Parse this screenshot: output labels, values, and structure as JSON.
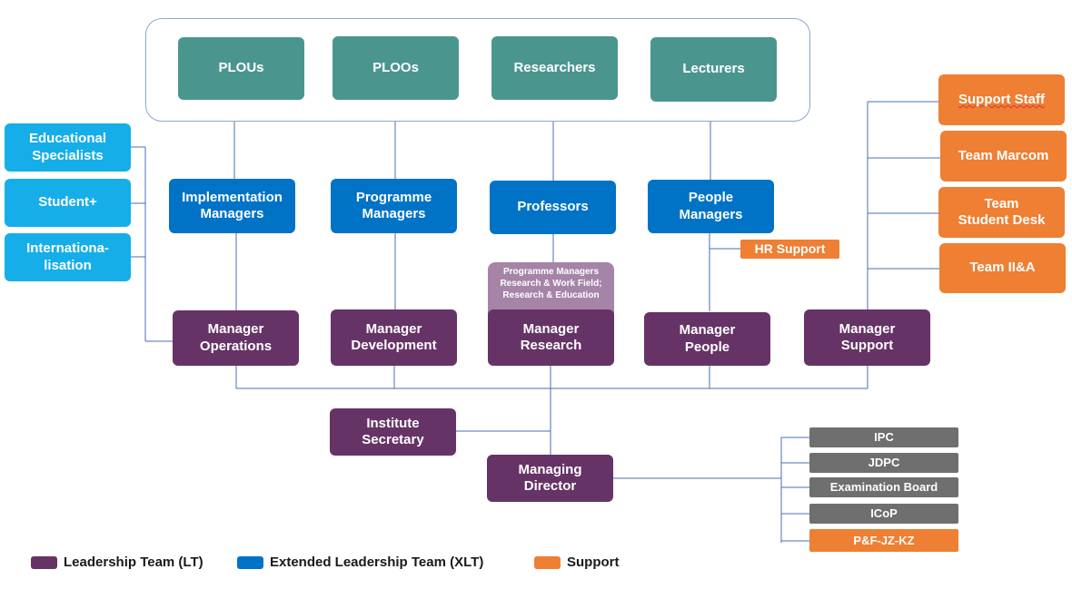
{
  "top_group": [
    "PLOUs",
    "PLOOs",
    "Researchers",
    "Lecturers"
  ],
  "left_group": [
    "Educational\nSpecialists",
    "Student+",
    "Internationa-\nlisation"
  ],
  "xlt": [
    "Implementation\nManagers",
    "Programme\nManagers",
    "Professors",
    "People\nManagers"
  ],
  "hr_support": "HR Support",
  "research_note": "Programme Managers\nResearch & Work Field;\nResearch & Education",
  "lt": [
    "Manager\nOperations",
    "Manager\nDevelopment",
    "Manager\nResearch",
    "Manager\nPeople",
    "Manager\nSupport"
  ],
  "institute_secretary": "Institute\nSecretary",
  "managing_director": "Managing\nDirector",
  "support_group": [
    "Support Staff",
    "Team Marcom",
    "Team\nStudent Desk",
    "Team II&A"
  ],
  "committees": [
    "IPC",
    "JDPC",
    "Examination Board",
    "ICoP",
    "P&F-JZ-KZ"
  ],
  "legend": [
    {
      "label": "Leadership Team (LT)",
      "color": "#663366"
    },
    {
      "label": "Extended Leadership Team (XLT)",
      "color": "#0073c6"
    },
    {
      "label": "Support",
      "color": "#ee7f33"
    }
  ],
  "colors": {
    "teal": "#4a968e",
    "blue": "#0073c6",
    "cyan": "#16aee8",
    "purple": "#663366",
    "orange": "#ee7f33",
    "grey": "#6f6f6f",
    "mauve": "#a584a8",
    "connector": "#4a6fb5"
  }
}
